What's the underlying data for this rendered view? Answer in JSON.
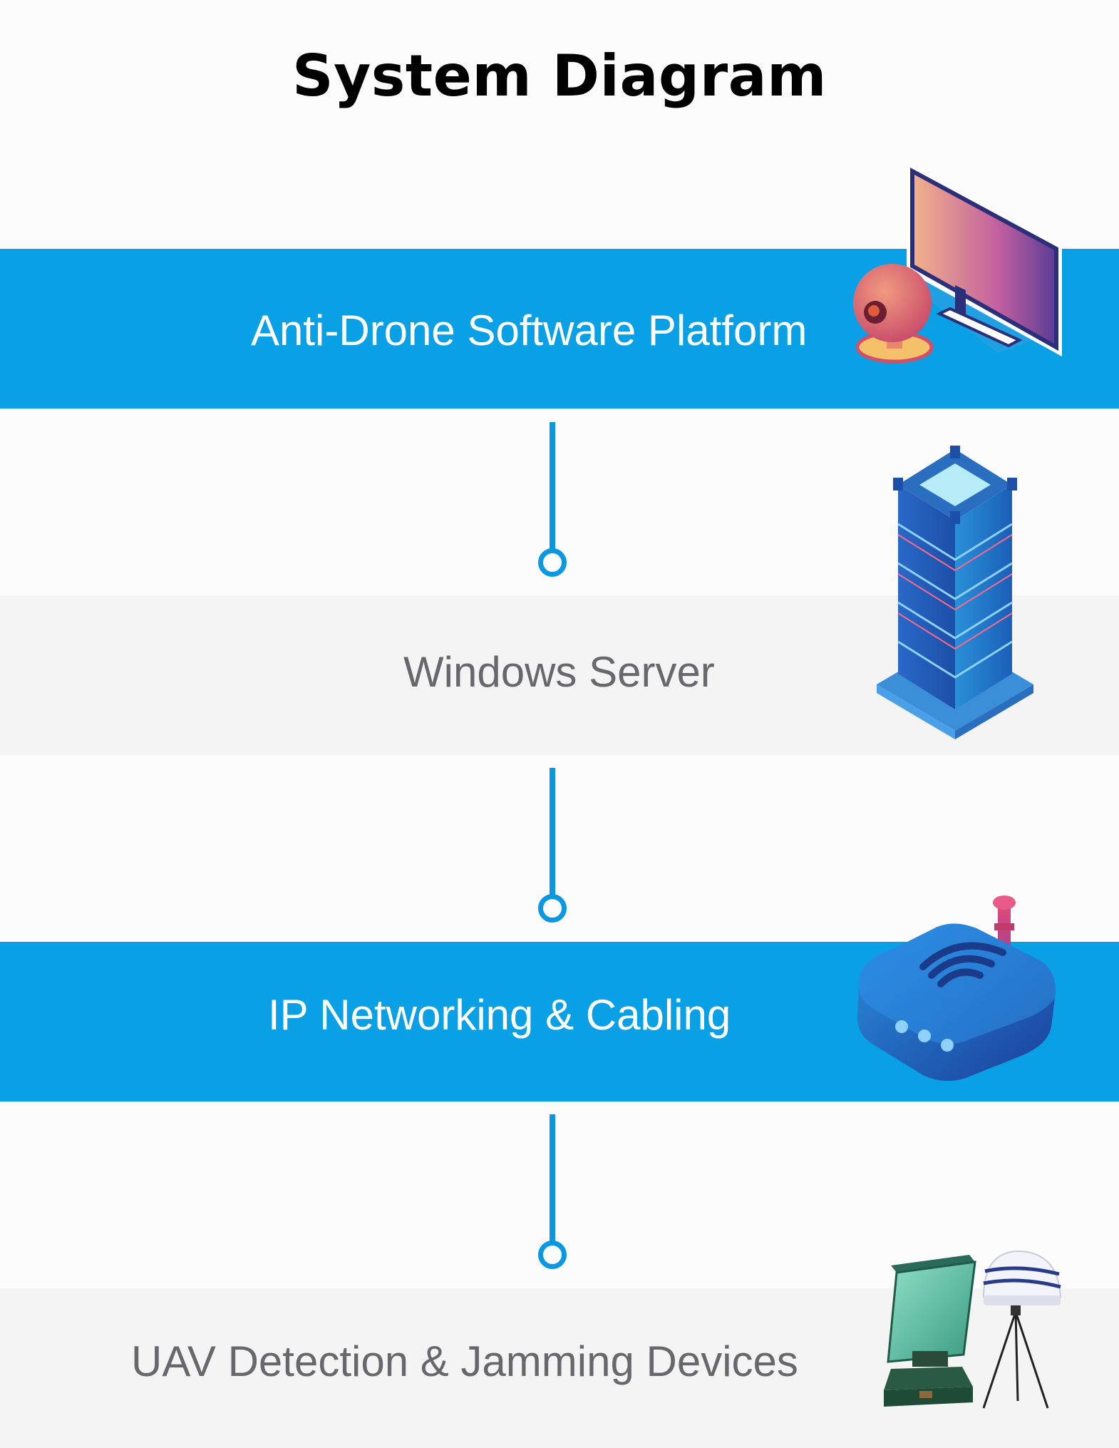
{
  "title": "System Diagram",
  "layers": [
    {
      "label": "Anti-Drone Software Platform",
      "style": "blue",
      "icon": "monitor-camera-icon"
    },
    {
      "label": "Windows Server",
      "style": "gray",
      "icon": "server-tower-icon"
    },
    {
      "label": "IP Networking & Cabling",
      "style": "blue",
      "icon": "wifi-router-icon"
    },
    {
      "label": "UAV Detection & Jamming Devices",
      "style": "gray",
      "icon": "radar-jammer-icon"
    }
  ],
  "colors": {
    "accent_blue": "#0aa0e6",
    "connector_blue": "#0b98e0",
    "gray_band": "#f4f4f5",
    "gray_text": "#68686c"
  }
}
